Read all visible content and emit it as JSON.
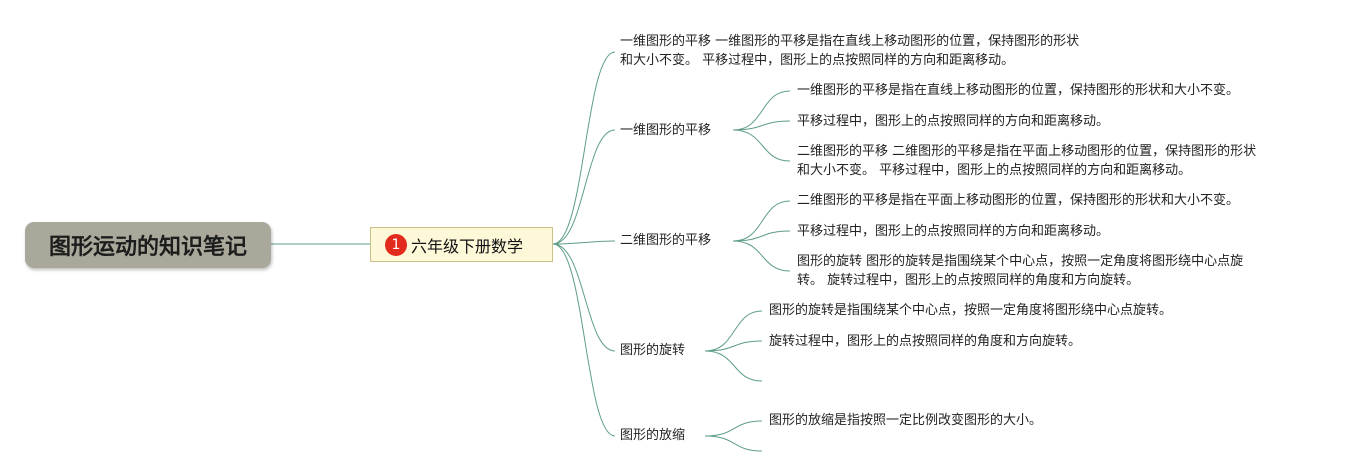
{
  "root": {
    "title": "图形运动的知识笔记"
  },
  "main": {
    "marker": "1",
    "title": "六年级下册数学"
  },
  "intro": {
    "line1": "一维图形的平移 一维图形的平移是指在直线上移动图形的位置，保持图形的形状",
    "line2": "和大小不变。 平移过程中，图形上的点按照同样的方向和距离移动。"
  },
  "topics": [
    {
      "title": "一维图形的平移",
      "children": [
        "一维图形的平移是指在直线上移动图形的位置，保持图形的形状和大小不变。",
        "平移过程中，图形上的点按照同样的方向和距离移动。",
        "二维图形的平移 二维图形的平移是指在平面上移动图形的位置，保持图形的形状",
        "和大小不变。 平移过程中，图形上的点按照同样的方向和距离移动。"
      ]
    },
    {
      "title": "二维图形的平移",
      "children": [
        "二维图形的平移是指在平面上移动图形的位置，保持图形的形状和大小不变。",
        "平移过程中，图形上的点按照同样的方向和距离移动。",
        "图形的旋转 图形的旋转是指围绕某个中心点，按照一定角度将图形绕中心点旋",
        "转。 旋转过程中，图形上的点按照同样的角度和方向旋转。"
      ]
    },
    {
      "title": "图形的旋转",
      "children": [
        "图形的旋转是指围绕某个中心点，按照一定角度将图形绕中心点旋转。",
        "旋转过程中，图形上的点按照同样的角度和方向旋转。"
      ]
    },
    {
      "title": "图形的放缩",
      "children": [
        "图形的放缩是指按照一定比例改变图形的大小。"
      ]
    }
  ],
  "colors": {
    "line": "#5e9e85",
    "root_bg": "#a9a89a",
    "topic_bg": "#fdf8d8",
    "marker": "#e22b1d"
  }
}
